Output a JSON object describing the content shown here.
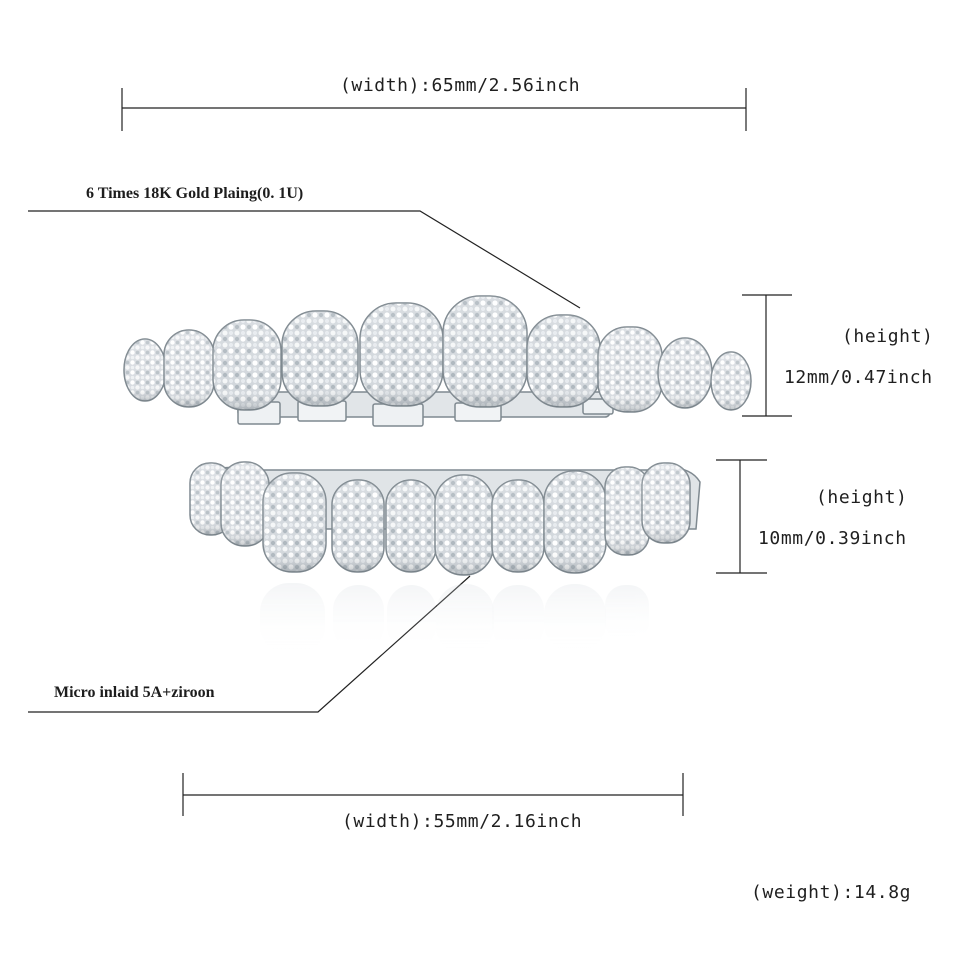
{
  "measurements": {
    "upper_width": "(width):65mm/2.56inch",
    "upper_height_label": "(height)",
    "upper_height_value": "12mm/0.47inch",
    "lower_height_label": "(height)",
    "lower_height_value": "10mm/0.39inch",
    "lower_width": "(width):55mm/2.16inch",
    "weight": "(weight):14.8g"
  },
  "callouts": {
    "plating": "6 Times 18K Gold Plaing(0. 1U)",
    "stones": "Micro inlaid 5A+ziroon"
  },
  "colors": {
    "background": "#ffffff",
    "lines": "#222222",
    "metal": "#d9dde0",
    "metal_shadow": "#9da5ab",
    "stone_highlight": "#ffffff"
  }
}
